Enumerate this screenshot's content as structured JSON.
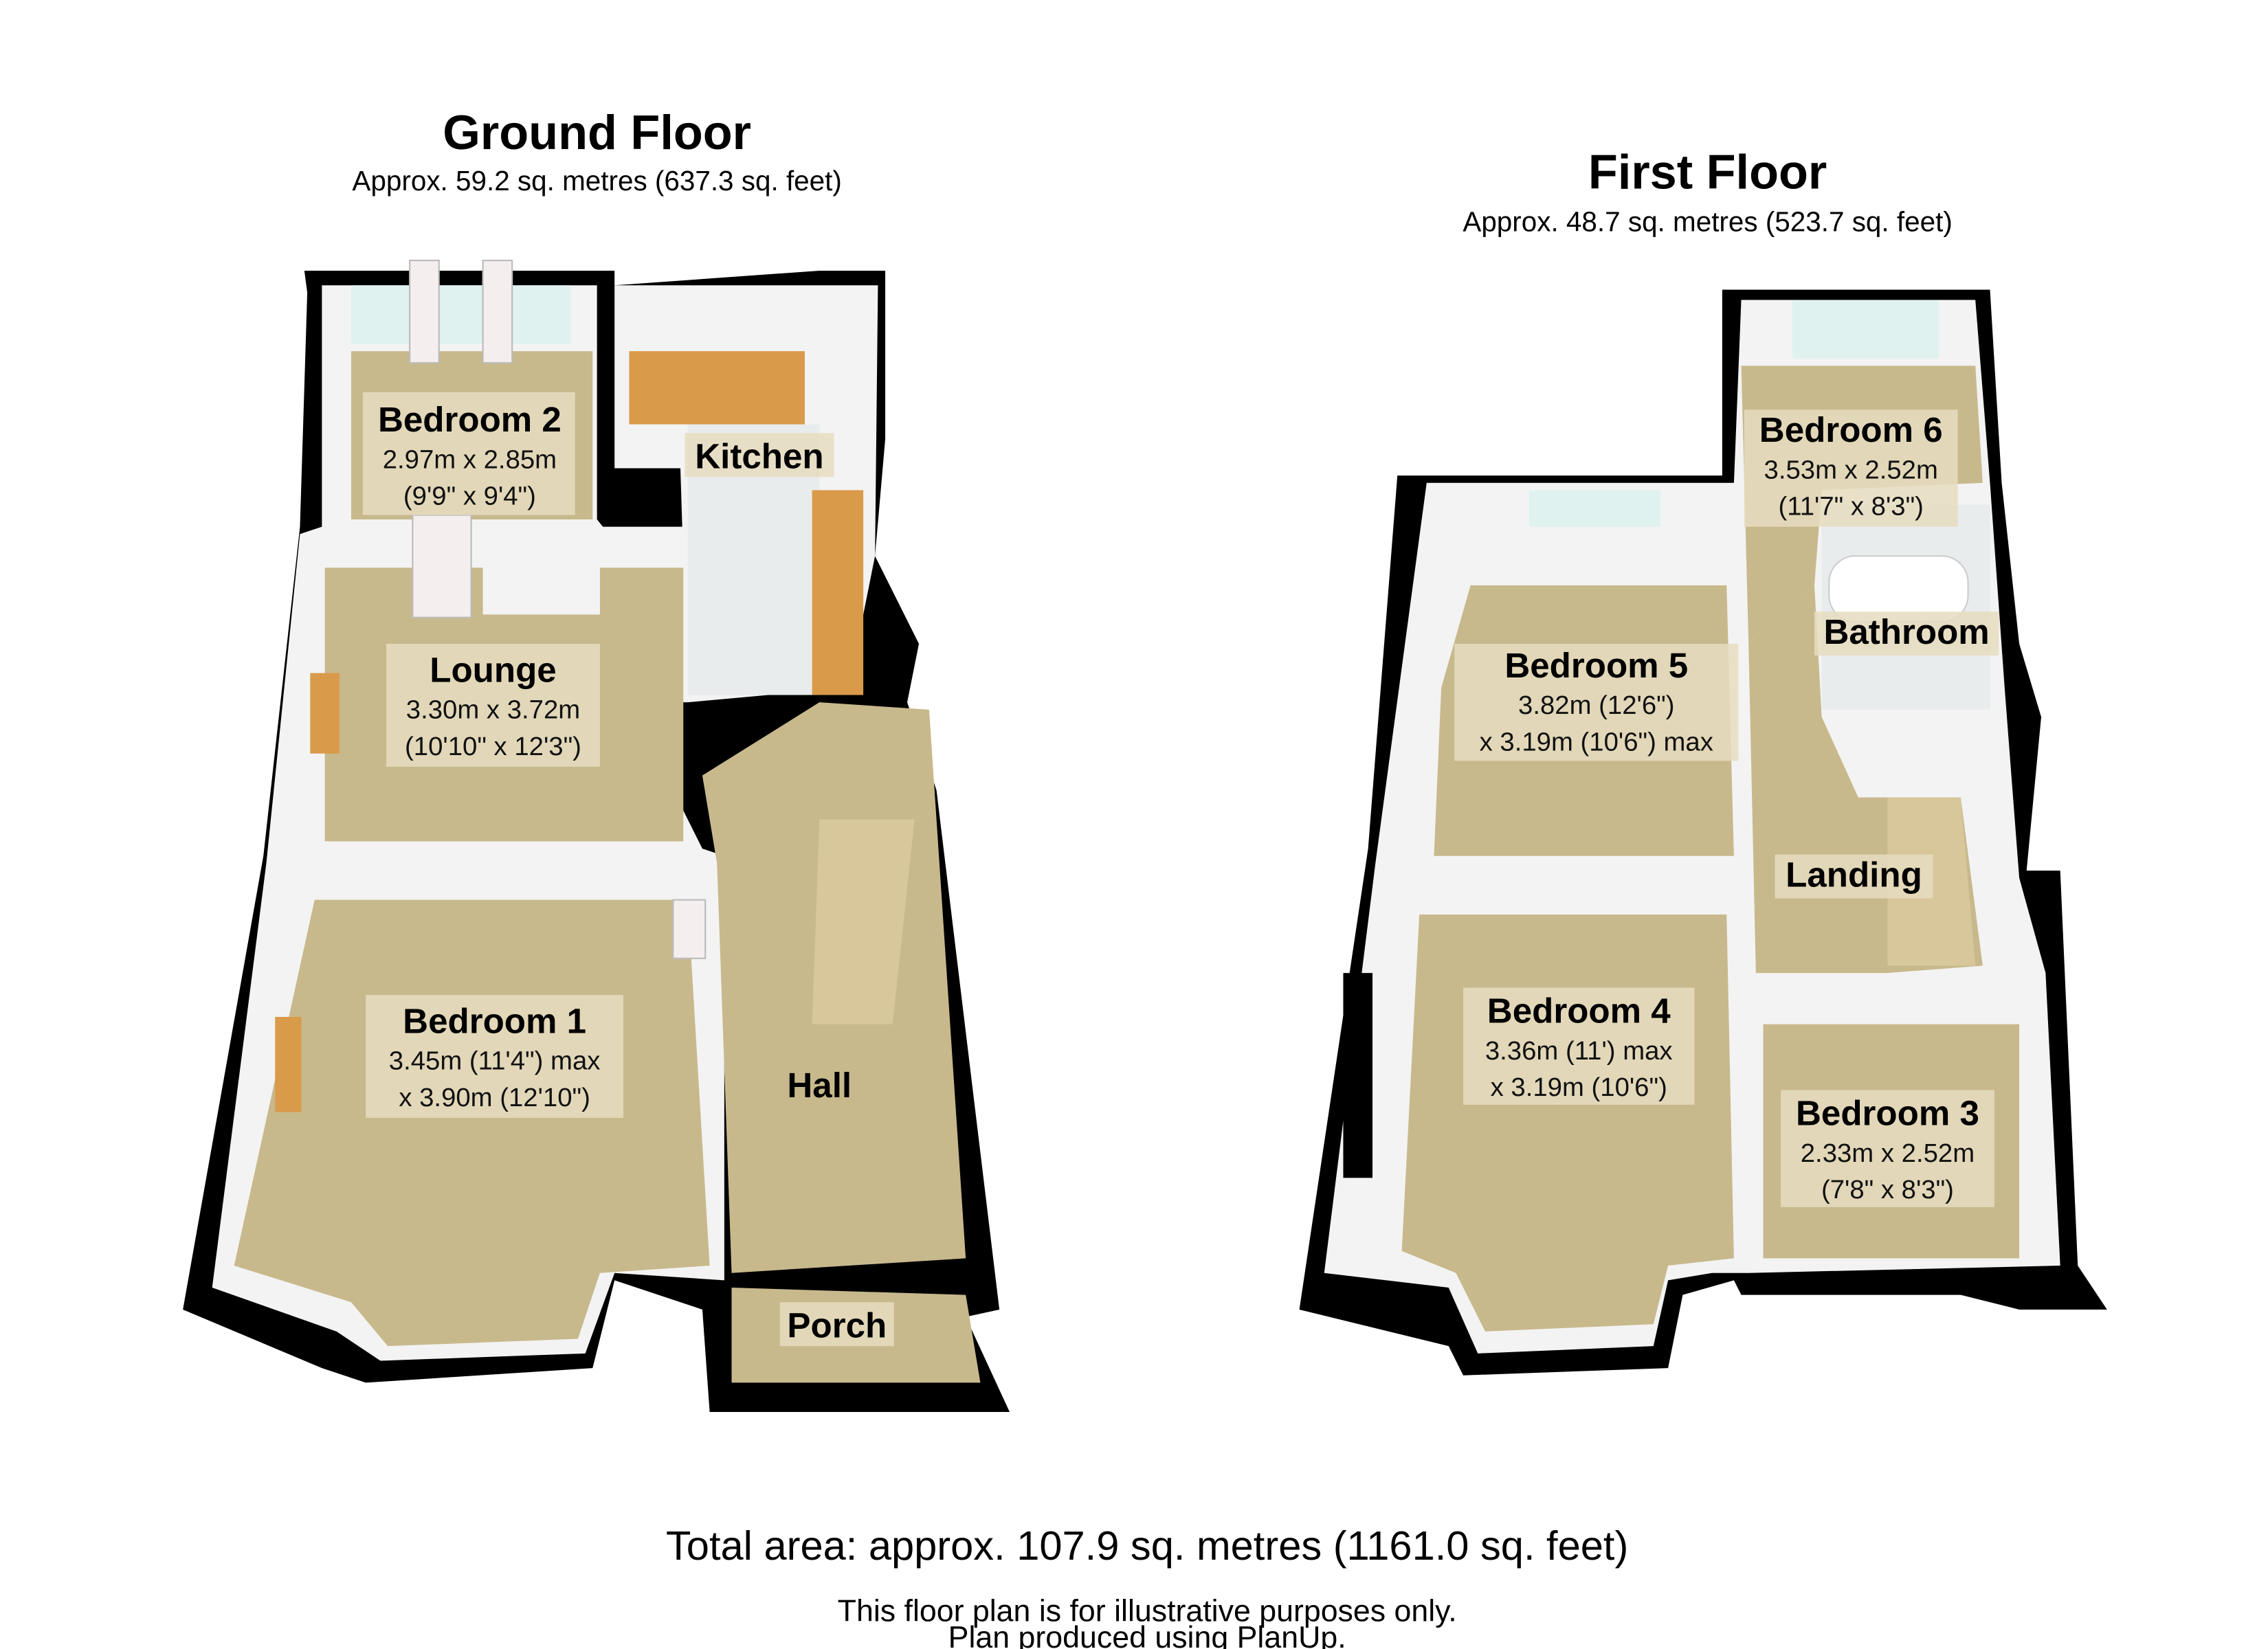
{
  "ground_floor": {
    "title": "Ground Floor",
    "area": "Approx.  59.2 sq. metres (637.3 sq. feet)",
    "rooms": [
      {
        "name": "Bedroom 2",
        "dims": [
          "2.97m x 2.85m",
          "(9'9\" x 9'4\")"
        ]
      },
      {
        "name": "Kitchen",
        "dims": []
      },
      {
        "name": "Lounge",
        "dims": [
          "3.30m x 3.72m",
          "(10'10\" x 12'3\")"
        ]
      },
      {
        "name": "Bedroom 1",
        "dims": [
          "3.45m (11'4\") max",
          "x 3.90m (12'10\")"
        ]
      },
      {
        "name": "Hall",
        "dims": []
      },
      {
        "name": "Porch",
        "dims": []
      }
    ]
  },
  "first_floor": {
    "title": "First Floor",
    "area": "Approx.  48.7 sq. metres (523.7 sq. feet)",
    "rooms": [
      {
        "name": "Bedroom 6",
        "dims": [
          "3.53m x 2.52m",
          "(11'7\" x 8'3\")"
        ]
      },
      {
        "name": "Bedroom 5",
        "dims": [
          "3.82m (12'6\")",
          "x 3.19m (10'6\") max"
        ]
      },
      {
        "name": "Bathroom",
        "dims": []
      },
      {
        "name": "Landing",
        "dims": []
      },
      {
        "name": "Bedroom 4",
        "dims": [
          "3.36m (11') max",
          "x 3.19m (10'6\")"
        ]
      },
      {
        "name": "Bedroom 3",
        "dims": [
          "2.33m x 2.52m",
          "(7'8\" x 8'3\")"
        ]
      }
    ]
  },
  "footer": {
    "total": "Total area: approx. 107.9 sq. metres (1161.0 sq. feet)",
    "note1": "This floor plan is for illustrative purposes only.",
    "note2": "Plan produced using PlanUp."
  }
}
